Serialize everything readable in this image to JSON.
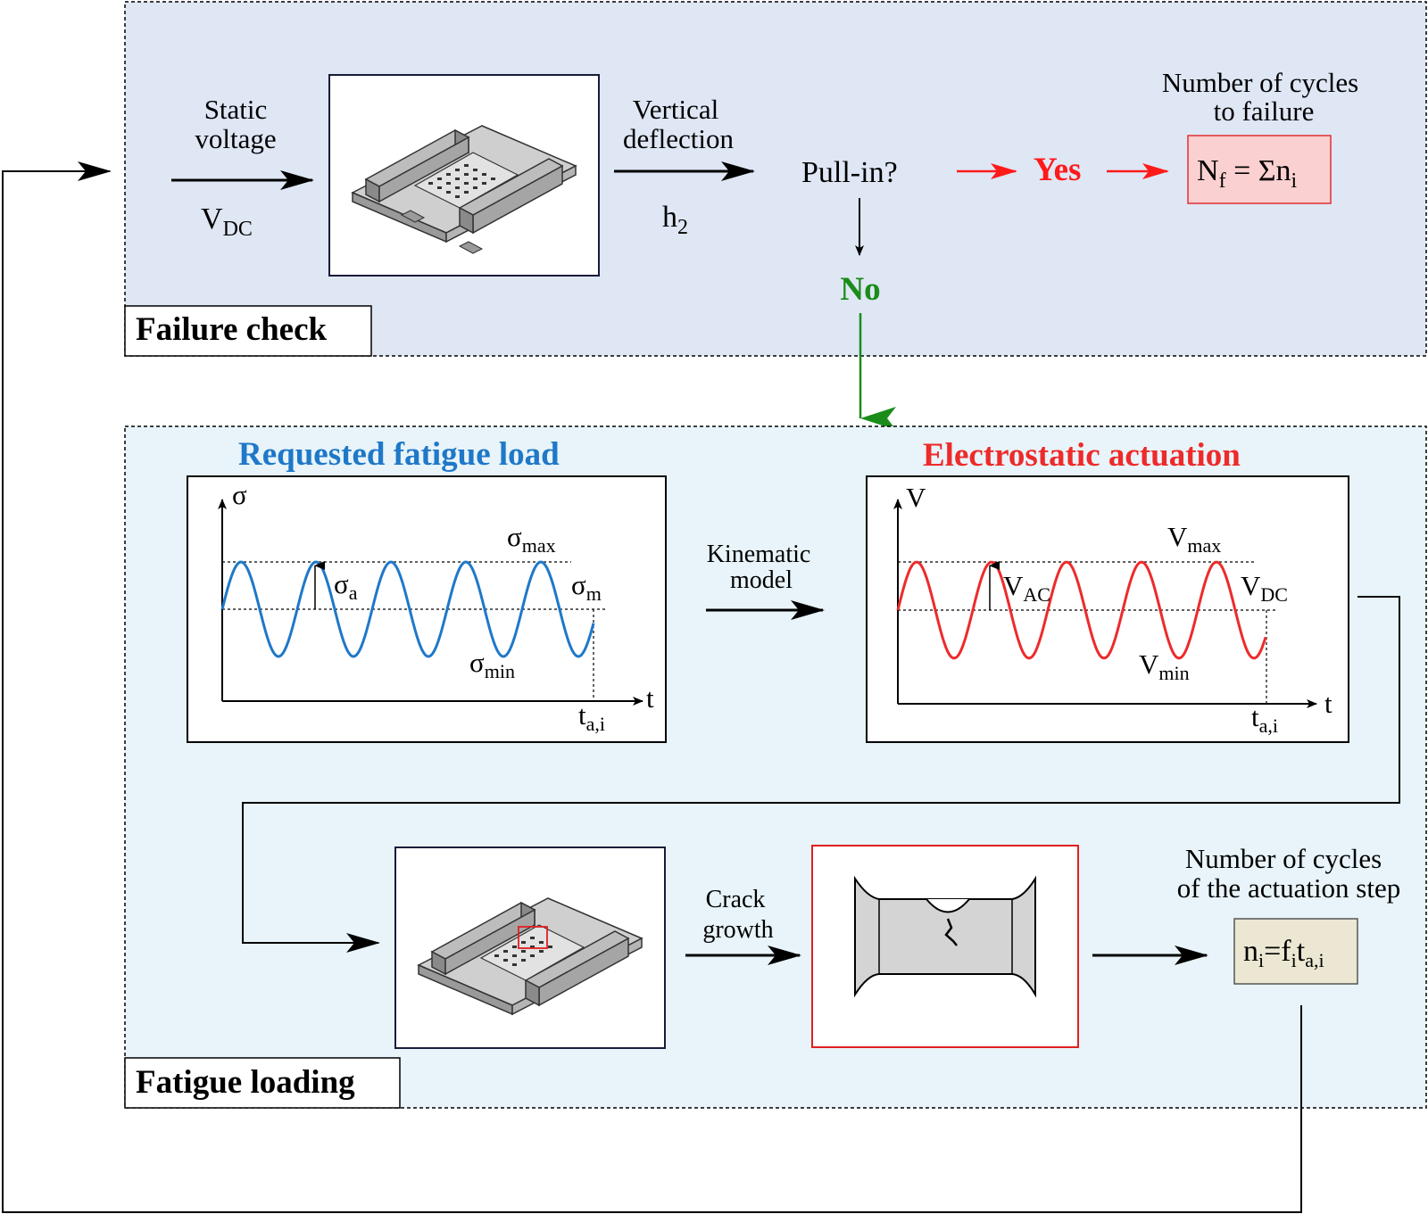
{
  "colors": {
    "failure_panel_bg": "#dfe7f5",
    "fatigue_panel_bg": "#e8f4f9",
    "yes_red": "#ff1a1a",
    "no_green": "#1a8c1a",
    "fatigue_blue": "#1f78c8",
    "actuation_red": "#ee2a2a",
    "formula_pink": "#fbd0d0",
    "formula_beige": "#ece7d2"
  },
  "failure_check": {
    "panel_label": "Failure check",
    "input_line1": "Static",
    "input_line2": "voltage",
    "input_symbol": "V",
    "input_symbol_sub": "DC",
    "output_line1": "Vertical",
    "output_line2": "deflection",
    "output_symbol": "h",
    "output_symbol_sub": "2",
    "decision": "Pull-in?",
    "yes": "Yes",
    "no": "No",
    "result_line1": "Number of cycles",
    "result_line2": "to failure",
    "formula": {
      "n": "N",
      "n_sub": "f",
      "eq": " = Σn",
      "eq_sub": "i"
    }
  },
  "fatigue_loading": {
    "panel_label": "Fatigue loading",
    "load_title": "Requested fatigue load",
    "actuation_title": "Electrostatic actuation",
    "kinematic_line1": "Kinematic",
    "kinematic_line2": "model",
    "crack_line1": "Crack",
    "crack_line2": "growth",
    "step_line1": "Number of cycles",
    "step_line2": "of the actuation step",
    "step_formula": {
      "a": "n",
      "a_sub": "i",
      "b": "=f",
      "b_sub": "i",
      "c": "t",
      "c_sub": "a,i"
    },
    "stress_plot": {
      "y_axis": "σ",
      "x_axis": "t",
      "max": "σ",
      "max_sub": "max",
      "amp": "σ",
      "amp_sub": "a",
      "mean": "σ",
      "mean_sub": "m",
      "min": "σ",
      "min_sub": "min",
      "t_end": "t",
      "t_end_sub": "a,i"
    },
    "voltage_plot": {
      "y_axis": "V",
      "x_axis": "t",
      "max": "V",
      "max_sub": "max",
      "amp": "V",
      "amp_sub": "AC",
      "mean": "V",
      "mean_sub": "DC",
      "min": "V",
      "min_sub": "min",
      "t_end": "t",
      "t_end_sub": "a,i"
    }
  }
}
